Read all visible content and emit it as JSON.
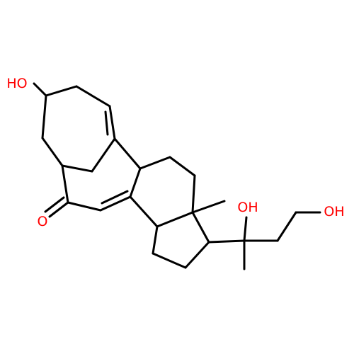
{
  "colors": {
    "background": "#ffffff",
    "bond": "#000000",
    "heteroatom": "#ff0000"
  },
  "atom_labels": {
    "ring_hydroxyl": "HO",
    "ketone_oxygen": "O",
    "tertiary_hydroxyl": "OH",
    "primary_hydroxyl": "OH"
  }
}
